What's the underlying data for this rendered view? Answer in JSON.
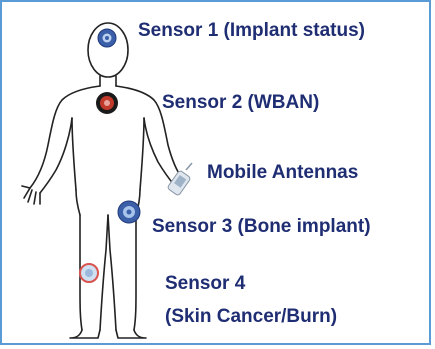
{
  "labels": {
    "sensor1": "Sensor 1 (Implant status)",
    "sensor2": "Sensor 2 (WBAN)",
    "antennas": "Mobile Antennas",
    "sensor3": "Sensor 3 (Bone implant)",
    "sensor4_line1": "Sensor 4",
    "sensor4_line2": "(Skin Cancer/Burn)"
  },
  "colors": {
    "text": "#1f2d73",
    "frame": "#5b9bd5",
    "body_outline": "#222222",
    "sensor_blue": "#3b5fa8",
    "sensor_red": "#c0392b",
    "sensor4_ring": "#d9534f"
  }
}
